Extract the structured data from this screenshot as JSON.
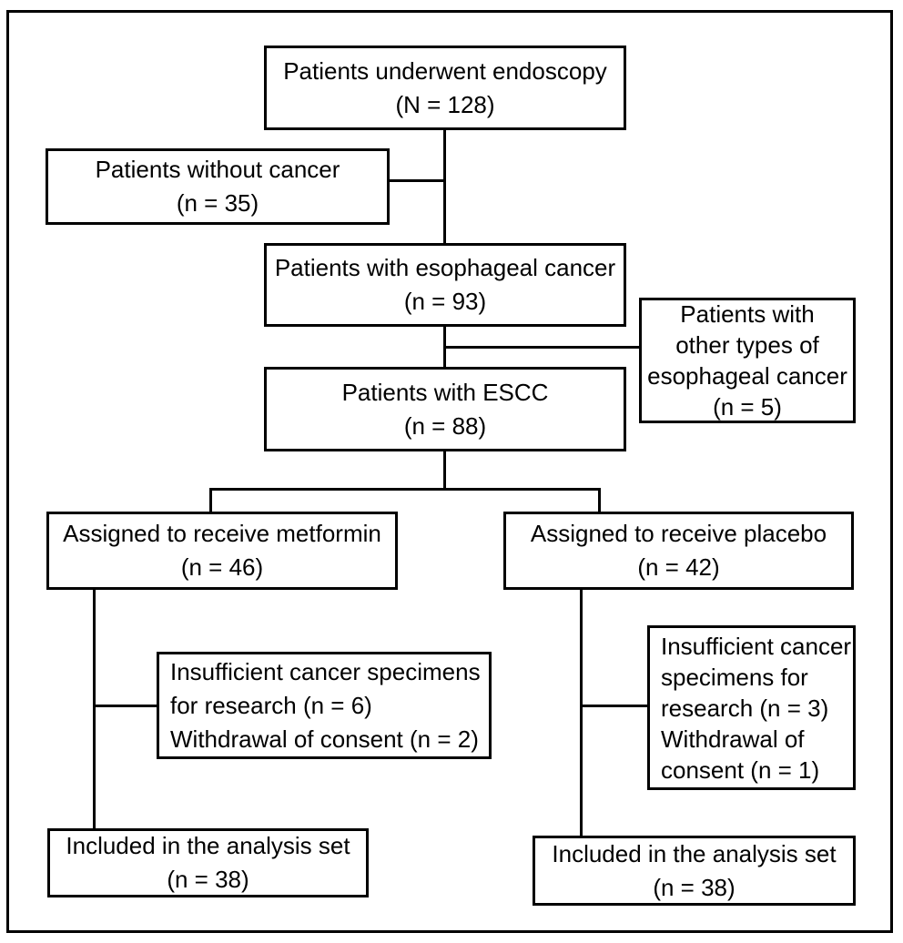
{
  "diagram": {
    "type": "flowchart",
    "background_color": "#ffffff",
    "line_color": "#000000",
    "nodes": {
      "endoscopy": {
        "lines": [
          "Patients underwent endoscopy",
          "(N = 128)"
        ]
      },
      "without_cancer": {
        "lines": [
          "Patients without cancer",
          "(n = 35)"
        ]
      },
      "esophageal_cancer": {
        "lines": [
          "Patients with esophageal cancer",
          "(n = 93)"
        ]
      },
      "other_types": {
        "lines": [
          "Patients with",
          "other types of",
          "esophageal cancer",
          "(n = 5)"
        ]
      },
      "escc": {
        "lines": [
          "Patients with ESCC",
          "(n = 88)"
        ]
      },
      "metformin": {
        "lines": [
          "Assigned to receive metformin",
          "(n = 46)"
        ]
      },
      "placebo": {
        "lines": [
          "Assigned to receive placebo",
          "(n = 42)"
        ]
      },
      "metformin_excluded": {
        "lines": [
          "Insufficient cancer specimens",
          "for research (n = 6)",
          "Withdrawal of consent (n = 2)"
        ]
      },
      "placebo_excluded": {
        "lines": [
          "Insufficient cancer",
          "specimens for",
          "research (n = 3)",
          "Withdrawal of",
          "consent (n = 1)"
        ]
      },
      "metformin_analysis": {
        "lines": [
          "Included in the analysis set",
          "(n = 38)"
        ]
      },
      "placebo_analysis": {
        "lines": [
          "Included in the analysis set",
          "(n = 38)"
        ]
      }
    }
  }
}
